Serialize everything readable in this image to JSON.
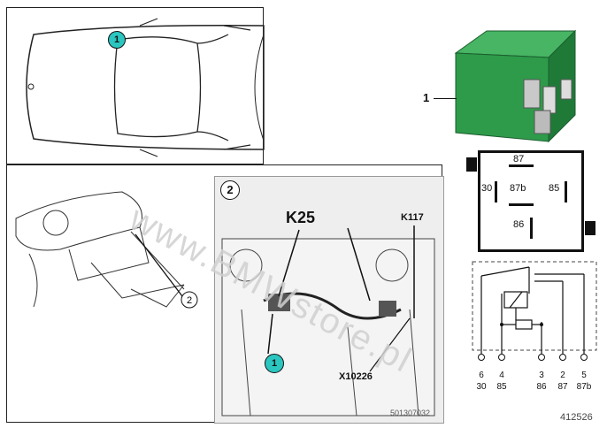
{
  "callouts": {
    "car_top": "1",
    "zoom": "1",
    "relay": "1",
    "dashboard_ref": "2",
    "detail_ref": "2"
  },
  "detail": {
    "k25": "K25",
    "k117": "K117",
    "x10226": "X10226",
    "code": "501307032"
  },
  "relay_face": {
    "p87": "87",
    "p87b": "87b",
    "p30": "30",
    "p85": "85",
    "p86": "86"
  },
  "schematic": {
    "pins_top": [
      "6",
      "4",
      "3",
      "2",
      "5"
    ],
    "pins_bottom": [
      "30",
      "85",
      "86",
      "87",
      "87b"
    ]
  },
  "watermark": "www.BMWstore.pl",
  "footer": {
    "id": "412526"
  },
  "colors": {
    "relay_green": "#2e9b4a",
    "callout_cyan": "#2bc6c0"
  }
}
